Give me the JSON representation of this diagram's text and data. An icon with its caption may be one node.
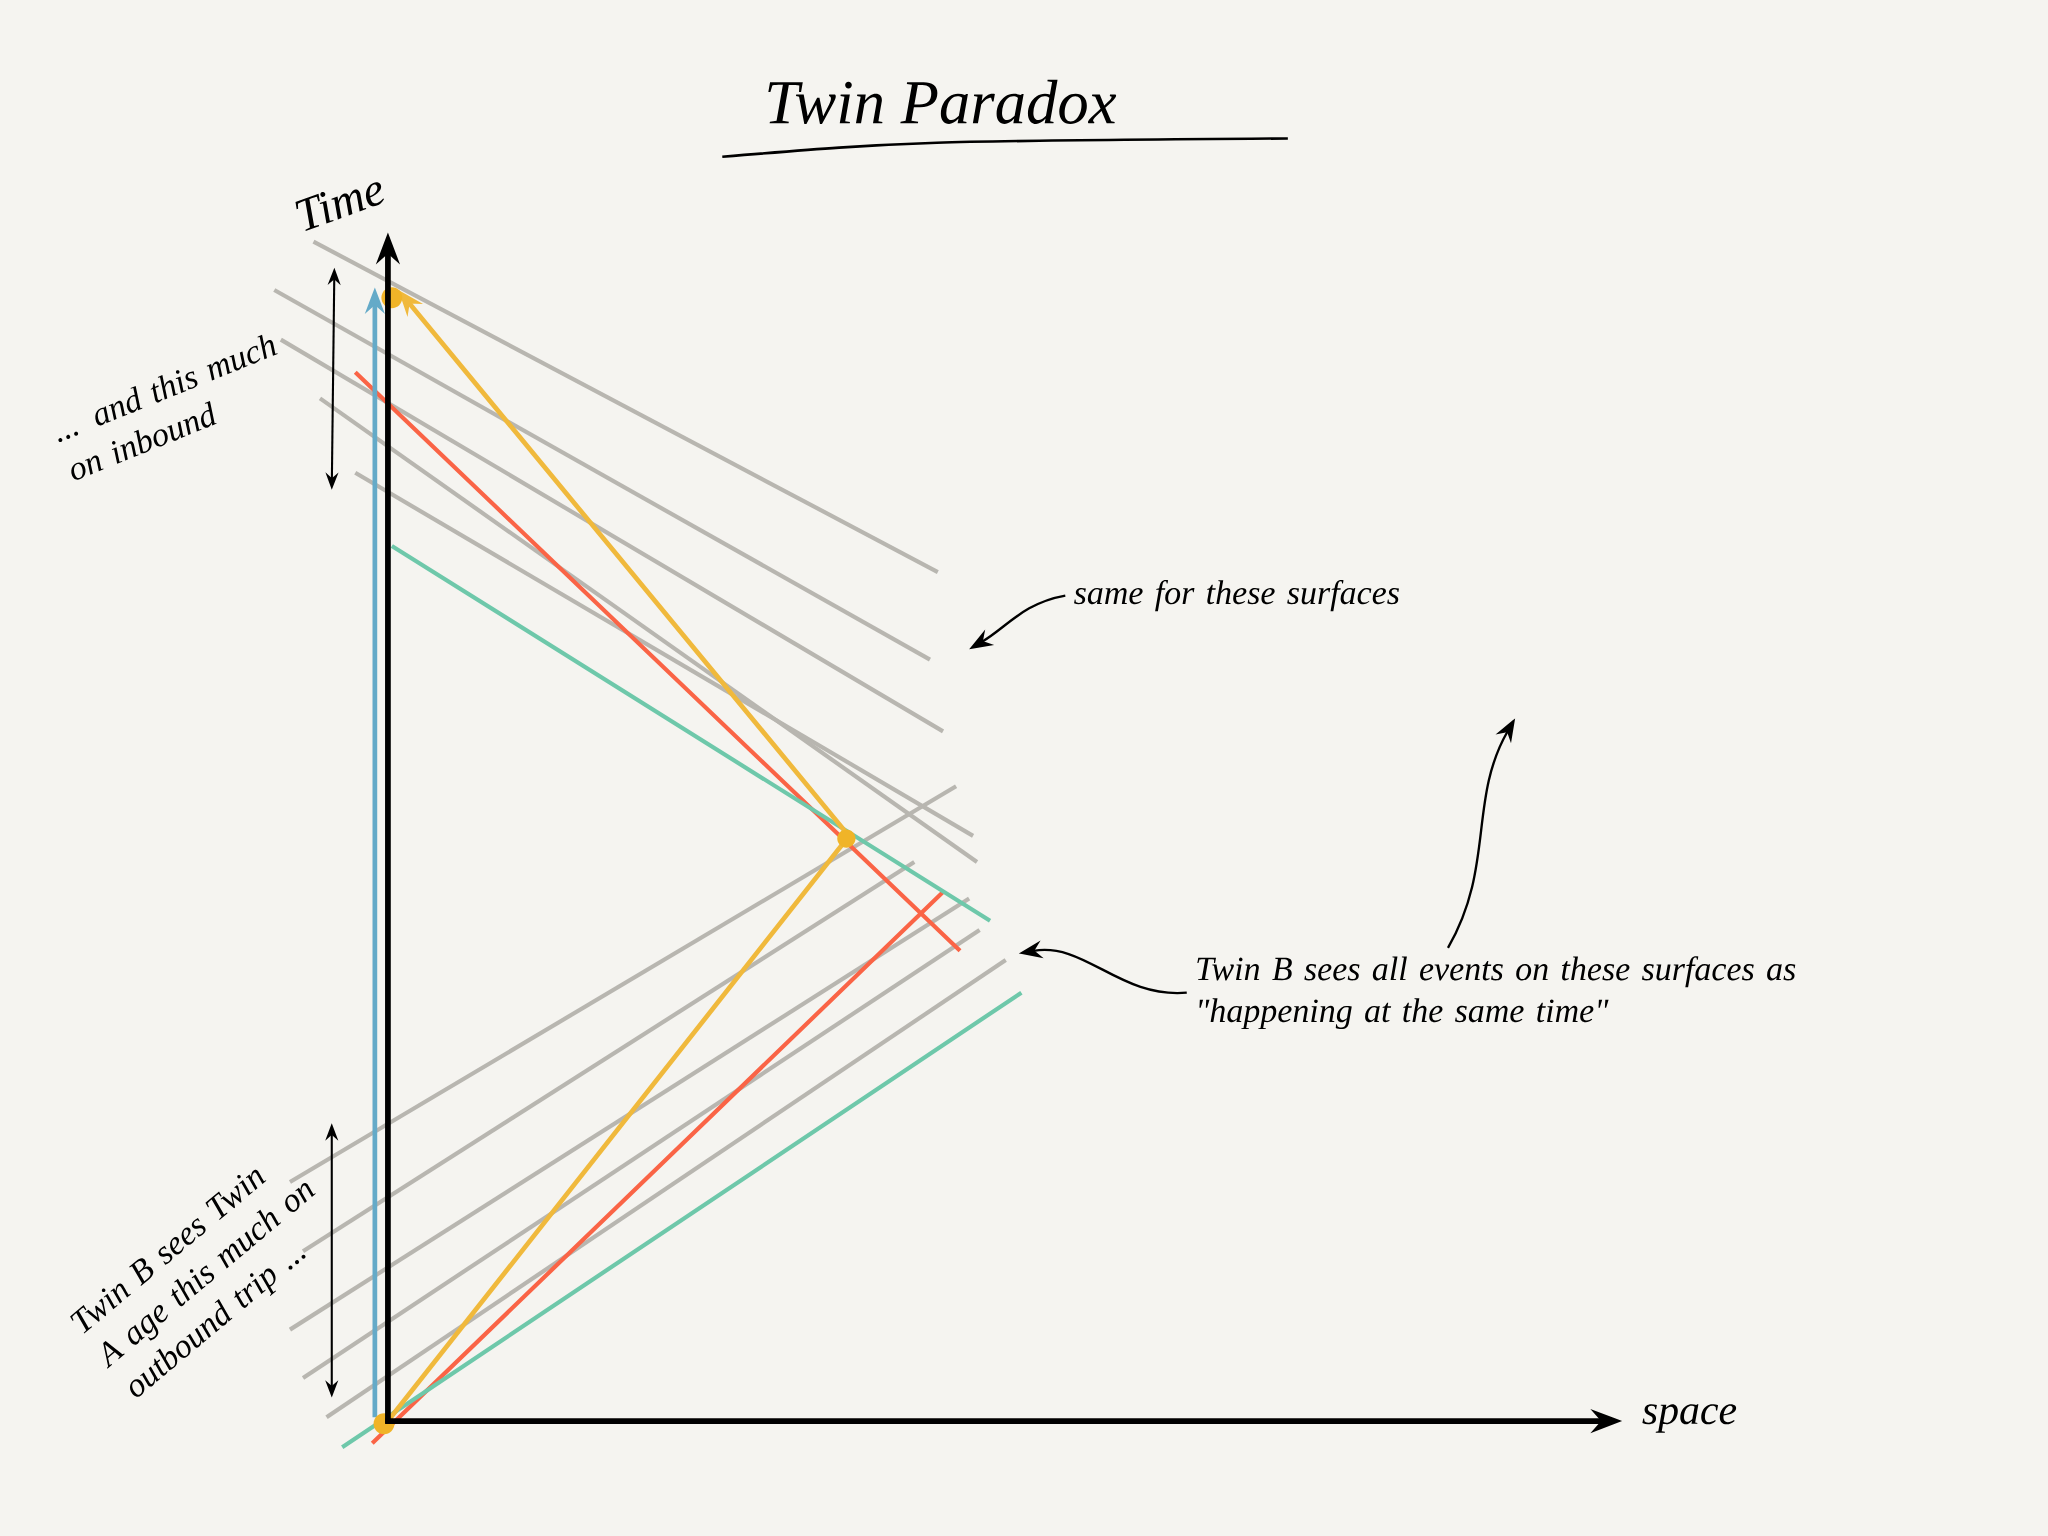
{
  "diagram": {
    "title": "Twin Paradox",
    "nodes": [
      {
        "text": [
          "same for these surfaces"
        ]
      },
      {
        "text": [
          "Twin B sees all events on these surfaces as \"happening at the same time\""
        ]
      }
    ],
    "edges": [
      {
        "from": 0,
        "to": null,
        "arrow": "to"
      },
      {
        "from": 1,
        "to": null,
        "arrow": "to"
      },
      {
        "from": 1,
        "to": null,
        "arrow": "to"
      }
    ],
    "labels": [
      "Time",
      "space",
      "... and this much on inbound",
      "Twin B sees Twin A age this much on outbound trip ..."
    ]
  }
}
